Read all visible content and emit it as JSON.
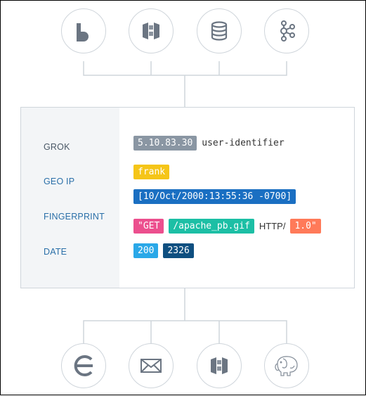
{
  "colors": {
    "node_border": "#cfd5db",
    "icon": "#6b7582",
    "ip_token": "#8a96a3",
    "user_token": "#f5c518",
    "date_token": "#1a6fc2",
    "verb_token": "#ec4f8e",
    "path_token": "#1cbfa5",
    "version_token": "#ff7a59",
    "status_token": "#2aa8e8",
    "size_token": "#0f4f80"
  },
  "sources": [
    {
      "icon": "bar-logo-icon"
    },
    {
      "icon": "aws-cube-icon"
    },
    {
      "icon": "database-icon"
    },
    {
      "icon": "kafka-icon"
    }
  ],
  "destinations": [
    {
      "icon": "elastic-icon"
    },
    {
      "icon": "mail-envelope-icon"
    },
    {
      "icon": "aws-cube-icon"
    },
    {
      "icon": "hadoop-elephant-icon"
    }
  ],
  "filters": {
    "labels": [
      "GROK",
      "GEO IP",
      "FINGERPRINT",
      "DATE"
    ]
  },
  "log": {
    "ip": "5.10.83.30",
    "identifier": "user-identifier",
    "user": "frank",
    "timestamp": "[10/Oct/2000:13:55:36 -0700]",
    "verb": "\"GET",
    "path": "/apache_pb.gif",
    "protocol": "HTTP/",
    "version": "1.0\"",
    "status": "200",
    "size": "2326"
  }
}
